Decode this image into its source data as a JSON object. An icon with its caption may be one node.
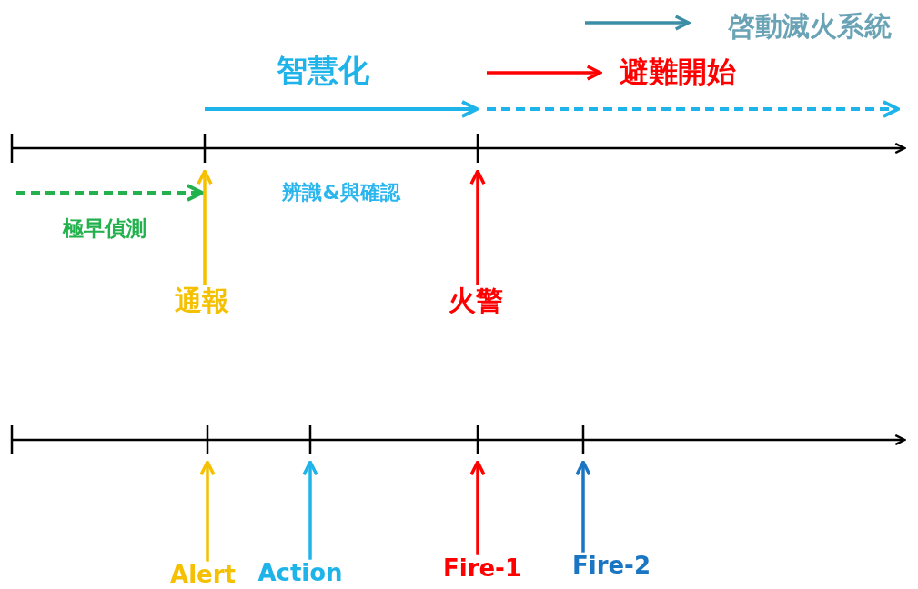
{
  "diagram": {
    "nodes": [
      {
        "text": [
          "通報"
        ]
      },
      {
        "text": [
          "火警"
        ]
      },
      {
        "text": [
          "Alert"
        ]
      },
      {
        "text": [
          "Action"
        ]
      },
      {
        "text": [
          "Fire-1"
        ]
      },
      {
        "text": [
          "Fire-2"
        ]
      }
    ],
    "edges": [
      {
        "from": 0,
        "to": null,
        "arrow": "to",
        "color": "#f5c000"
      },
      {
        "from": 1,
        "to": null,
        "arrow": "to",
        "color": "#ff0000"
      },
      {
        "from": 2,
        "to": null,
        "arrow": "to",
        "color": "#f5c000"
      },
      {
        "from": 3,
        "to": null,
        "arrow": "to",
        "color": "#1eb4ea"
      },
      {
        "from": 4,
        "to": null,
        "arrow": "to",
        "color": "#ff0000"
      },
      {
        "from": 5,
        "to": null,
        "arrow": "to",
        "color": "#1a75c2"
      }
    ],
    "labels": [
      "智慧化",
      "辨識&與確認",
      "極早偵測"
    ],
    "legend": [
      {
        "text": "啓動滅火系統"
      },
      {
        "text": "避難開始"
      }
    ]
  }
}
